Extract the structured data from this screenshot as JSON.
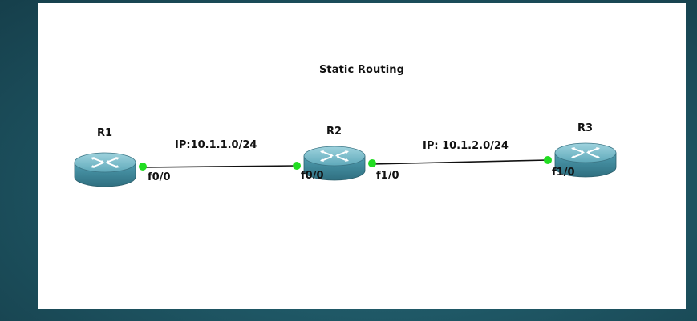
{
  "diagram": {
    "title": "Static Routing",
    "routers": [
      {
        "id": "r1",
        "name": "R1"
      },
      {
        "id": "r2",
        "name": "R2"
      },
      {
        "id": "r3",
        "name": "R3"
      }
    ],
    "links": [
      {
        "network": "IP:10.1.1.0/24",
        "from_port": "f0/0",
        "to_port": "f0/0"
      },
      {
        "network": "IP: 10.1.2.0/24",
        "from_port": "f1/0",
        "to_port": "f1/0"
      }
    ],
    "link_color": "#111111",
    "port_dot_color": "#22dd22",
    "router_color": "#4a97a8"
  }
}
